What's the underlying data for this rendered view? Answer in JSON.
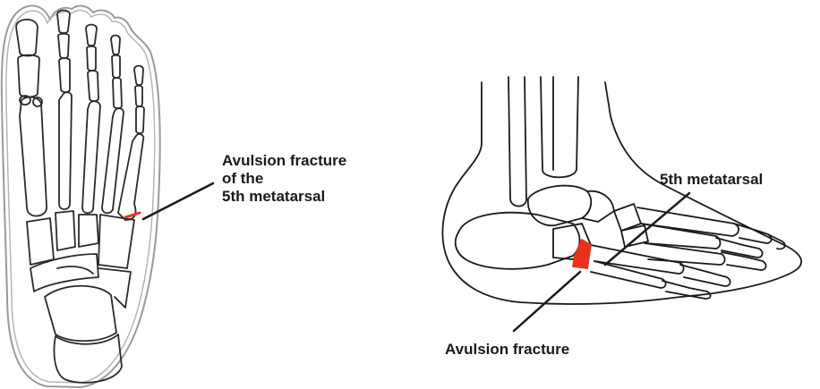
{
  "labels": {
    "top_view": [
      "Avulsion fracture",
      "of the",
      "5th metatarsal"
    ],
    "side_metatarsal": "5th metatarsal",
    "side_fracture": "Avulsion fracture"
  },
  "colors": {
    "bone_stroke": "#2a2a2a",
    "outline_stroke": "#9a9a9a",
    "fracture": "#e8321e",
    "leader": "#1a1a1a"
  }
}
